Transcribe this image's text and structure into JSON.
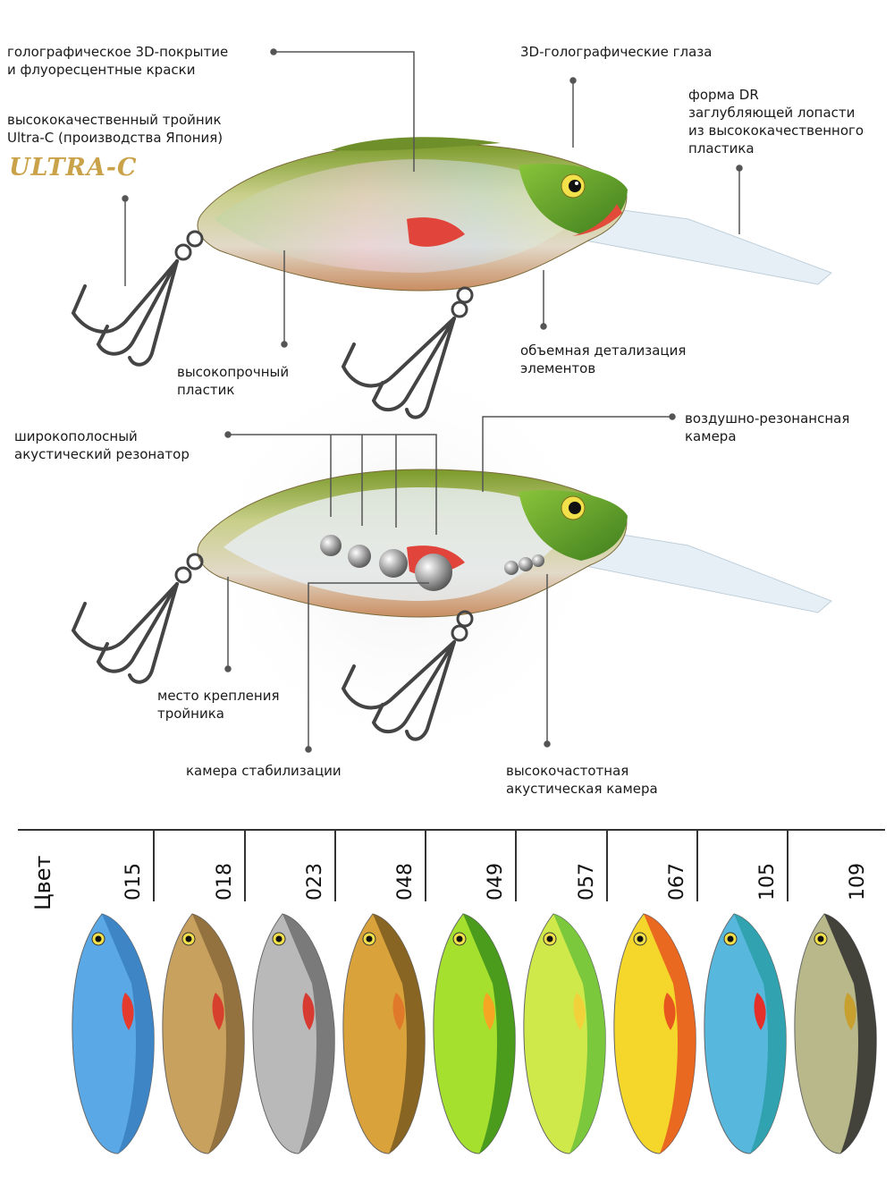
{
  "brand": {
    "logo_text": "ULTRA-C"
  },
  "callouts": {
    "holo_coating": [
      "голографическое 3D-покрытие",
      "и флуоресцентные краски"
    ],
    "holo_eyes": [
      "3D-голографические глаза"
    ],
    "treble_hook": [
      "высококачественный тройник",
      "Ultra-C (производства Япония)"
    ],
    "lip_shape": [
      "форма DR",
      "заглубляющей лопасти",
      "из высококачественного",
      "пластика"
    ],
    "plastic": [
      "высокопрочный",
      "пластик"
    ],
    "detail": [
      "объемная детализация",
      "элементов"
    ],
    "resonator": [
      "широкополосный",
      "акустический резонатор"
    ],
    "air_chamber": [
      "воздушно-резонансная",
      "камера"
    ],
    "hook_mount": [
      "место крепления",
      "тройника"
    ],
    "stabilization": [
      "камера стабилизации"
    ],
    "hf_chamber": [
      "высокочастотная",
      "акустическая камера"
    ]
  },
  "colors_table": {
    "header": "Цвет",
    "codes": [
      "015",
      "018",
      "023",
      "048",
      "049",
      "057",
      "067",
      "105",
      "109"
    ]
  },
  "swatches": [
    {
      "code": "015",
      "body": "#5aa9e6",
      "back": "#3a7fc0",
      "fin": "#e53a2e"
    },
    {
      "code": "018",
      "body": "#c9a15e",
      "back": "#8a6a3a",
      "fin": "#d8402e"
    },
    {
      "code": "023",
      "body": "#b9b9b9",
      "back": "#6e6e6e",
      "fin": "#d63a30"
    },
    {
      "code": "048",
      "body": "#d9a23a",
      "back": "#7a5a20",
      "fin": "#e07a2a"
    },
    {
      "code": "049",
      "body": "#a6e02e",
      "back": "#3b8f1a",
      "fin": "#f5a623"
    },
    {
      "code": "057",
      "body": "#cfe84a",
      "back": "#6cc23a",
      "fin": "#f2d23a"
    },
    {
      "code": "067",
      "body": "#f5d62a",
      "back": "#e8561f",
      "fin": "#e8561f"
    },
    {
      "code": "105",
      "body": "#58b7dd",
      "back": "#2aa0a8",
      "fin": "#e5302a"
    },
    {
      "code": "109",
      "body": "#b8b88a",
      "back": "#2e2e2e",
      "fin": "#c8a030"
    }
  ]
}
